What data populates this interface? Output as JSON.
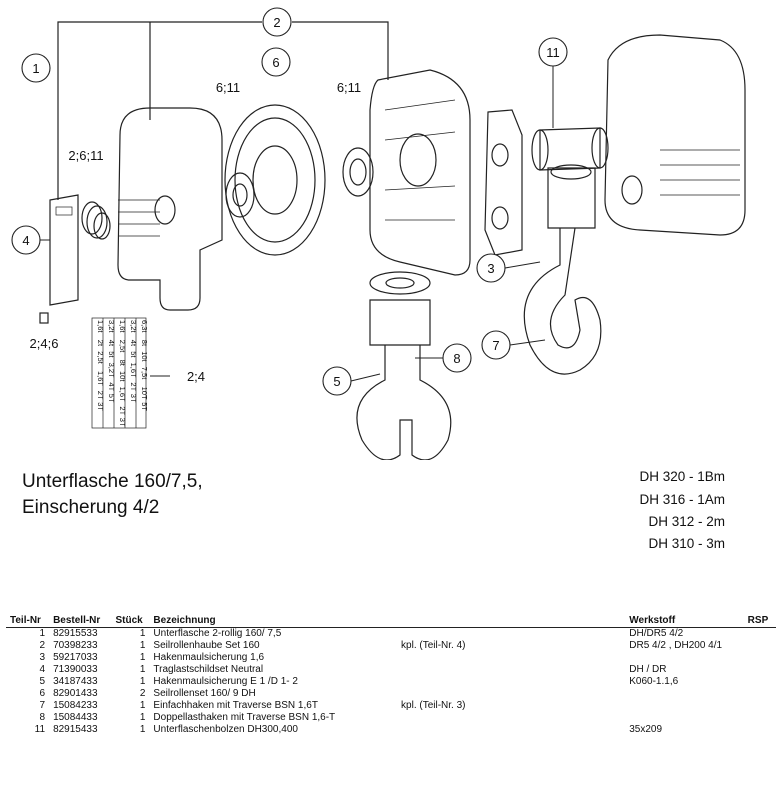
{
  "callouts": {
    "c1": "1",
    "c2": "2",
    "c3": "3",
    "c4": "4",
    "c5": "5",
    "c6": "6",
    "c7": "7",
    "c8": "8",
    "c11": "11",
    "t611a": "6;11",
    "t611b": "6;11",
    "t2611": "2;6;11",
    "t246": "2;4;6",
    "t24": "2;4"
  },
  "sticker_rows": [
    [
      "1,6t",
      "2t",
      "2,5t",
      "1,6T",
      "2T",
      "3T"
    ],
    [
      "3,2t",
      "4t",
      "5t",
      "3,2T",
      "4T",
      "5T"
    ],
    [
      "1,6t",
      "2,5t",
      "8t",
      "10t",
      "1,6T",
      "2T",
      "3T"
    ],
    [
      "3,2t",
      "4t",
      "5t",
      "1,6T",
      "2T",
      "3T"
    ],
    [
      "6,3t",
      "8t",
      "10t",
      "7,5t",
      "10T",
      "5T"
    ]
  ],
  "title": {
    "line1": "Unterflasche 160/7,5,",
    "line2": "Einscherung 4/2"
  },
  "models": [
    "DH 320 - 1Bm",
    "DH 316 - 1Am",
    "DH 312 - 2m",
    "DH 310 - 3m"
  ],
  "table": {
    "headers": [
      "Teil-Nr",
      "Bestell-Nr",
      "Stück",
      "Bezeichnung",
      "",
      "Werkstoff",
      "RSP"
    ],
    "rows": [
      [
        "1",
        "82915533",
        "1",
        "Unterflasche 2-rollig 160/ 7,5",
        "",
        "DH/DR5 4/2",
        ""
      ],
      [
        "2",
        "70398233",
        "1",
        "Seilrollenhaube Set 160",
        "kpl. (Teil-Nr. 4)",
        "DR5 4/2 ,  DH200 4/1",
        ""
      ],
      [
        "3",
        "59217033",
        "1",
        "Hakenmaulsicherung   1,6",
        "",
        "",
        ""
      ],
      [
        "4",
        "71390033",
        "1",
        "Traglastschildset  Neutral",
        "",
        "DH / DR",
        ""
      ],
      [
        "5",
        "34187433",
        "1",
        "Hakenmaulsicherung  E 1   /D 1- 2",
        "",
        "K060-1.1,6",
        ""
      ],
      [
        "6",
        "82901433",
        "2",
        "Seilrollenset  160/ 9   DH",
        "",
        "",
        ""
      ],
      [
        "7",
        "15084233",
        "1",
        "Einfachhaken mit Traverse  BSN  1,6T",
        "kpl. (Teil-Nr. 3)",
        "",
        ""
      ],
      [
        "8",
        "15084433",
        "1",
        "Doppellasthaken mit Traverse  BSN  1,6-T",
        "",
        "",
        ""
      ],
      [
        "11",
        "82915433",
        "1",
        "Unterflaschenbolzen  DH300,400",
        "",
        "35x209",
        ""
      ]
    ]
  }
}
